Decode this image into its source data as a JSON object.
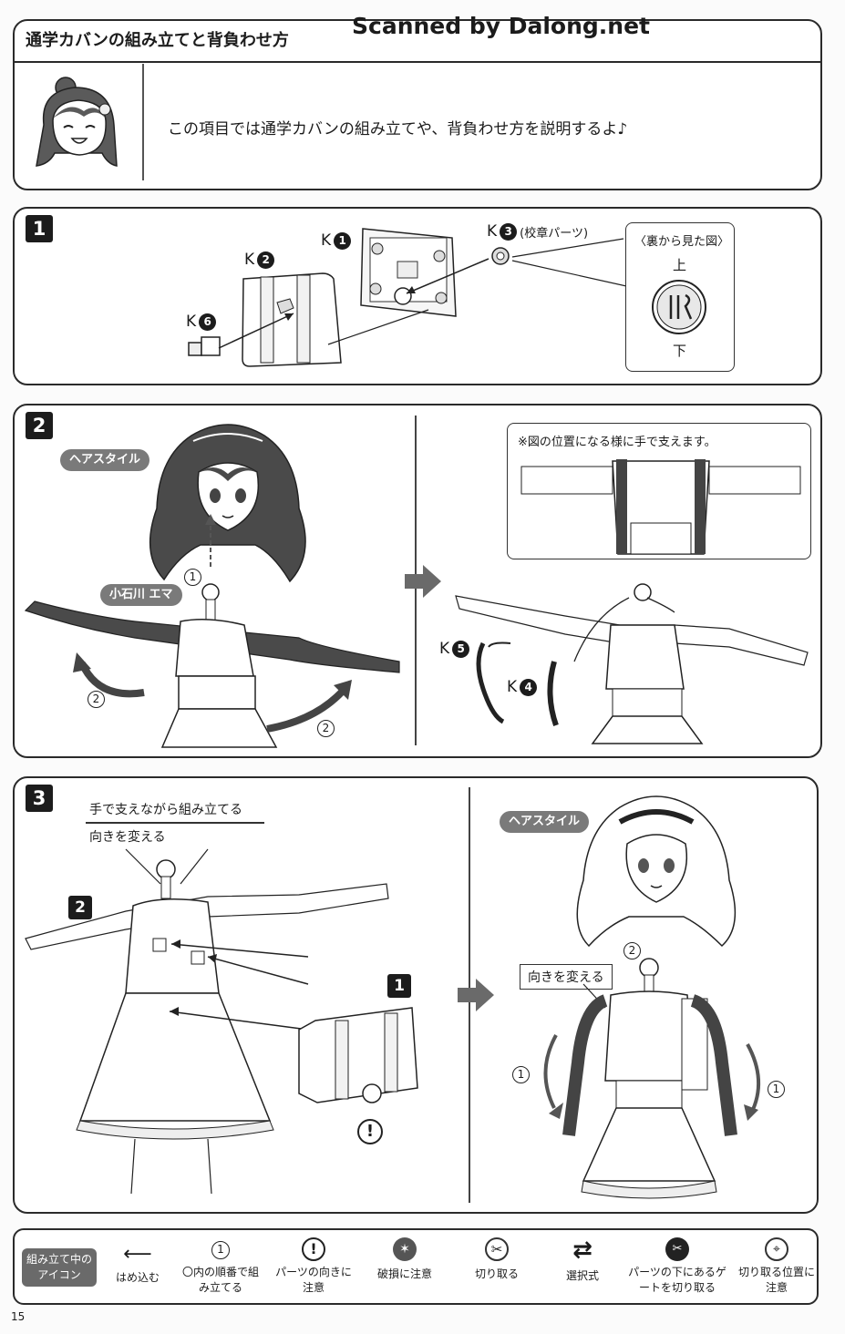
{
  "header": {
    "title": "通学カバンの組み立てと背負わせ方",
    "watermark": "Scanned by Dalong.net",
    "intro": "この項目では通学カバンの組み立てや、背負わせ方を説明するよ♪"
  },
  "step1": {
    "number": "1",
    "parts": {
      "k1": "1",
      "k2": "2",
      "k3": "3",
      "k6": "6",
      "k_prefix": "K"
    },
    "k3_note": "(校章パーツ)",
    "inset": {
      "title": "〈裏から見た図〉",
      "top": "上",
      "bottom": "下"
    }
  },
  "step2": {
    "number": "2",
    "hair_label": "ヘアスタイル",
    "body_label": "小石川 エマ",
    "order1": "1",
    "order2": "2",
    "callout": "※図の位置になる様に手で支えます。",
    "parts": {
      "k4": "4",
      "k5": "5",
      "k_prefix": "K"
    }
  },
  "step3": {
    "number": "3",
    "callout_support": "手で支えながら組み立てる",
    "callout_turn": "向きを変える",
    "sub2": "2",
    "sub1": "1",
    "caution": "!",
    "hair_label": "ヘアスタイル",
    "turn_label": "向きを変える",
    "order1": "1",
    "order2": "2"
  },
  "legend": {
    "title": "組み立て中のアイコン",
    "items": [
      {
        "icon": "push-in-icon",
        "label": "はめ込む"
      },
      {
        "icon": "order-icon",
        "glyph": "1",
        "label": "〇内の順番で組み立てる"
      },
      {
        "icon": "caution-icon",
        "glyph": "!",
        "label": "パーツの向きに注意"
      },
      {
        "icon": "breakage-icon",
        "label": "破損に注意"
      },
      {
        "icon": "cut-icon",
        "label": "切り取る"
      },
      {
        "icon": "choice-icon",
        "label": "選択式"
      },
      {
        "icon": "gate-icon",
        "label": "パーツの下にあるゲートを切り取る"
      },
      {
        "icon": "cut-position-icon",
        "label": "切り取る位置に注意"
      }
    ]
  },
  "page_number": "15"
}
